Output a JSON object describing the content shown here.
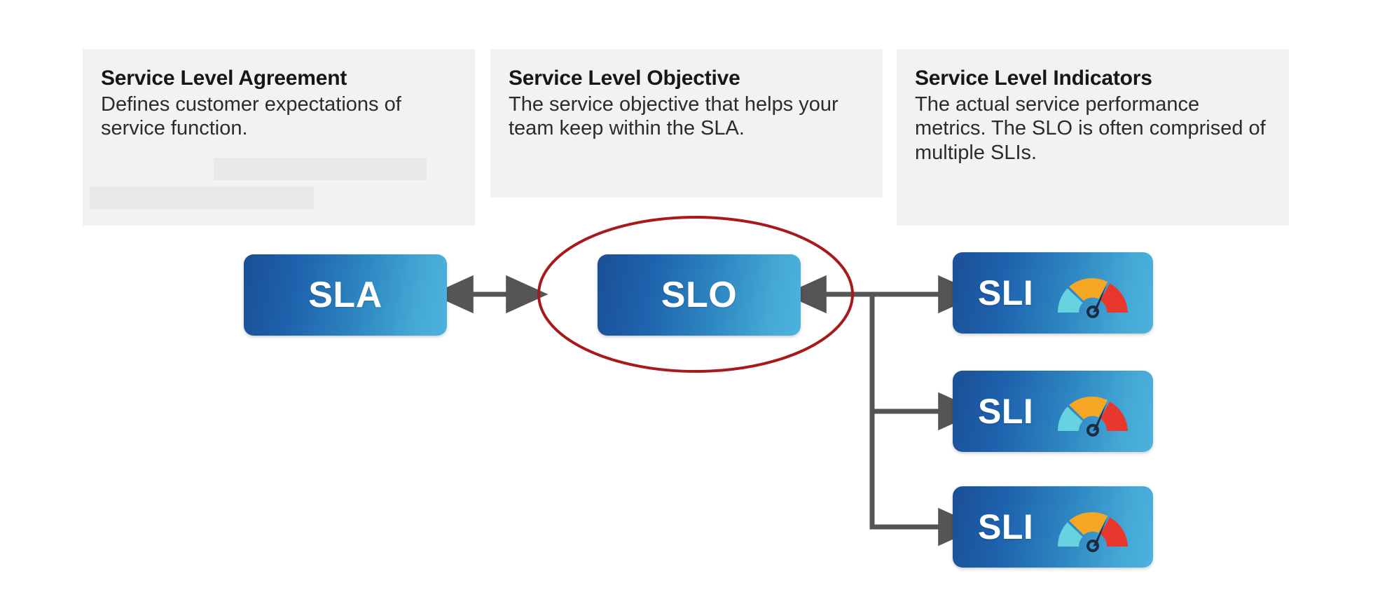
{
  "page": {
    "background": "#ffffff",
    "title": "SLA / SLO / SLI relationship diagram"
  },
  "palette": {
    "card_background": "#f2f2f2",
    "placeholder_block": "#e9e9e9",
    "node_gradient_start": "#1b4f96",
    "node_gradient_end": "#4cb3dd",
    "node_text": "#ffffff",
    "connector": "#555555",
    "highlight_ellipse": "#a81a1a",
    "gauge_low": "#67d2e0",
    "gauge_mid": "#f5a623",
    "gauge_high": "#e8372c",
    "gauge_needle": "#1b2c44",
    "heading_text": "#16171a",
    "body_text": "#2b2c2e"
  },
  "cards": [
    {
      "id": "sla",
      "title": "Service Level Agreement",
      "body": "Defines customer expectations of service function.",
      "has_placeholder_blocks": true
    },
    {
      "id": "slo",
      "title": "Service Level Objective",
      "body": "The service objective that helps your team keep within the SLA.",
      "has_placeholder_blocks": false
    },
    {
      "id": "sli",
      "title": "Service Level Indicators",
      "body": "The actual service performance metrics. The SLO is often comprised of multiple SLIs.",
      "has_placeholder_blocks": false
    }
  ],
  "nodes": {
    "sla": {
      "label": "SLA",
      "has_gauge": false
    },
    "slo": {
      "label": "SLO",
      "has_gauge": false,
      "highlighted": true
    },
    "sli_1": {
      "label": "SLI",
      "has_gauge": true
    },
    "sli_2": {
      "label": "SLI",
      "has_gauge": true
    },
    "sli_3": {
      "label": "SLI",
      "has_gauge": true
    }
  },
  "connectors": [
    {
      "id": "sla-slo",
      "from": "SLA",
      "to": "SLO",
      "style": "double-arrow"
    },
    {
      "id": "slo-sli",
      "from": "SLO",
      "to": "SLI",
      "style": "double-arrow"
    },
    {
      "id": "trunk-sli-2",
      "from": "SLI branch",
      "to": "SLI",
      "style": "single-arrow"
    },
    {
      "id": "trunk-sli-3",
      "from": "SLI branch",
      "to": "SLI",
      "style": "single-arrow"
    }
  ],
  "annotation": {
    "shape": "ellipse",
    "target": "SLO",
    "color": "#a81a1a",
    "meaning": "emphasis-highlight"
  },
  "gauge": {
    "icon_name": "speedometer-gauge-icon",
    "segments": [
      {
        "name": "low",
        "color": "#67d2e0",
        "start_deg": 180,
        "end_deg": 122
      },
      {
        "name": "mid",
        "color": "#f5a623",
        "start_deg": 122,
        "end_deg": 57
      },
      {
        "name": "high",
        "color": "#e8372c",
        "start_deg": 57,
        "end_deg": 0
      }
    ],
    "needle_angle_deg": 72
  }
}
